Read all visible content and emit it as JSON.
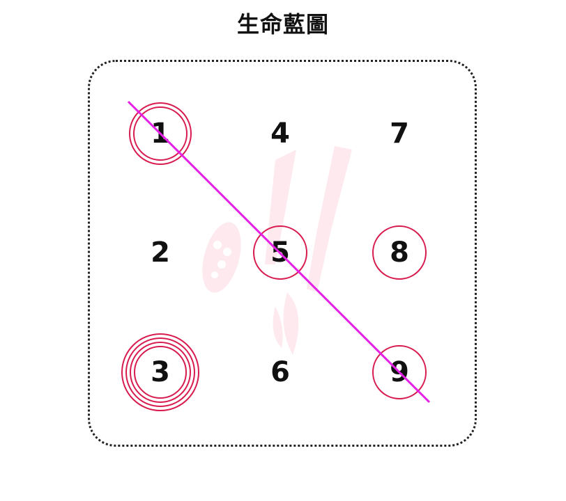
{
  "title": "生命藍圖",
  "grid": {
    "cells": [
      {
        "label": "1",
        "rings": 2
      },
      {
        "label": "4",
        "rings": 0
      },
      {
        "label": "7",
        "rings": 0
      },
      {
        "label": "2",
        "rings": 0
      },
      {
        "label": "5",
        "rings": 1
      },
      {
        "label": "8",
        "rings": 1
      },
      {
        "label": "3",
        "rings": 4
      },
      {
        "label": "6",
        "rings": 0
      },
      {
        "label": "9",
        "rings": 1
      }
    ]
  },
  "colors": {
    "ring": "#d81b4f",
    "line": "#e61ee6",
    "text": "#111111",
    "watermark": "#fde9ee"
  }
}
